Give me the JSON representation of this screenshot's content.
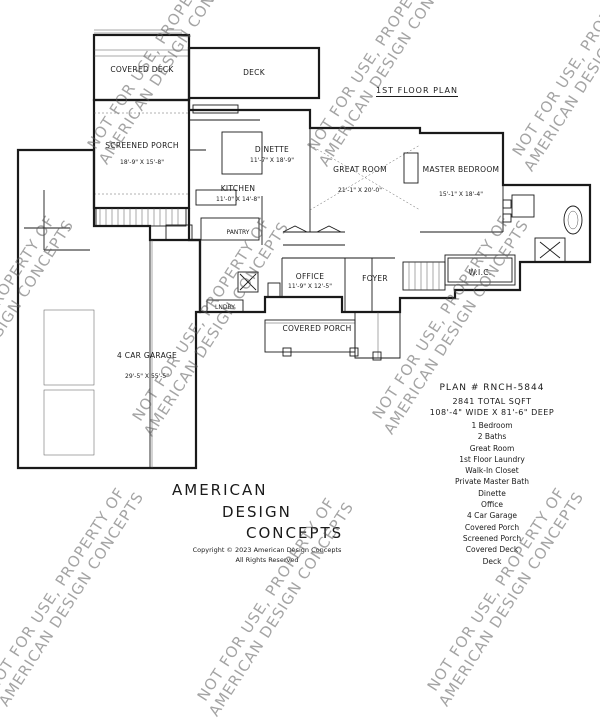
{
  "floor_title": "1ST FLOOR PLAN",
  "rooms": {
    "covered_deck": "COVERED DECK",
    "deck": "DECK",
    "screened_porch": "SCREENED PORCH",
    "screened_porch_dim": "18'-9\" X 15'-8\"",
    "dinette": "DINETTE",
    "dinette_dim": "11'-7\" X 18'-9\"",
    "kitchen": "KITCHEN",
    "kitchen_dim": "11'-0\" X 14'-8\"",
    "pantry": "PANTRY",
    "great_room": "GREAT ROOM",
    "great_room_dim": "21'-1\" X 20'-0\"",
    "master_bedroom": "MASTER BEDROOM",
    "master_bedroom_dim": "15'-1\" X 18'-4\"",
    "wic": "W.I.C.",
    "office": "OFFICE",
    "office_dim": "11'-9\" X 12'-5\"",
    "foyer": "FOYER",
    "laundry": "LNDRY",
    "covered_porch": "COVERED PORCH",
    "garage": "4 CAR GARAGE",
    "garage_dim": "29'-5\" X 55'-5\""
  },
  "plan_info": {
    "plan_number": "PLAN # RNCH-5844",
    "total_sqft": "2841 TOTAL SQFT",
    "dimensions": "108'-4\" WIDE X 81'-6\" DEEP",
    "features": [
      "1 Bedroom",
      "2 Baths",
      "Great Room",
      "1st Floor Laundry",
      "Walk-In Closet",
      "Private Master Bath",
      "Dinette",
      "Office",
      "4 Car Garage",
      "Covered Porch",
      "Screened Porch",
      "Covered Deck",
      "Deck"
    ]
  },
  "company": {
    "line1": "AMERICAN",
    "line2": "DESIGN",
    "line3": "CONCEPTS",
    "copyright": "Copyright © 2023 American Design Concepts",
    "rights": "All Rights Reserved"
  },
  "watermark": {
    "line1": "NOT FOR USE, PROPERTY OF",
    "line2": "AMERICAN DESIGN CONCEPTS"
  }
}
